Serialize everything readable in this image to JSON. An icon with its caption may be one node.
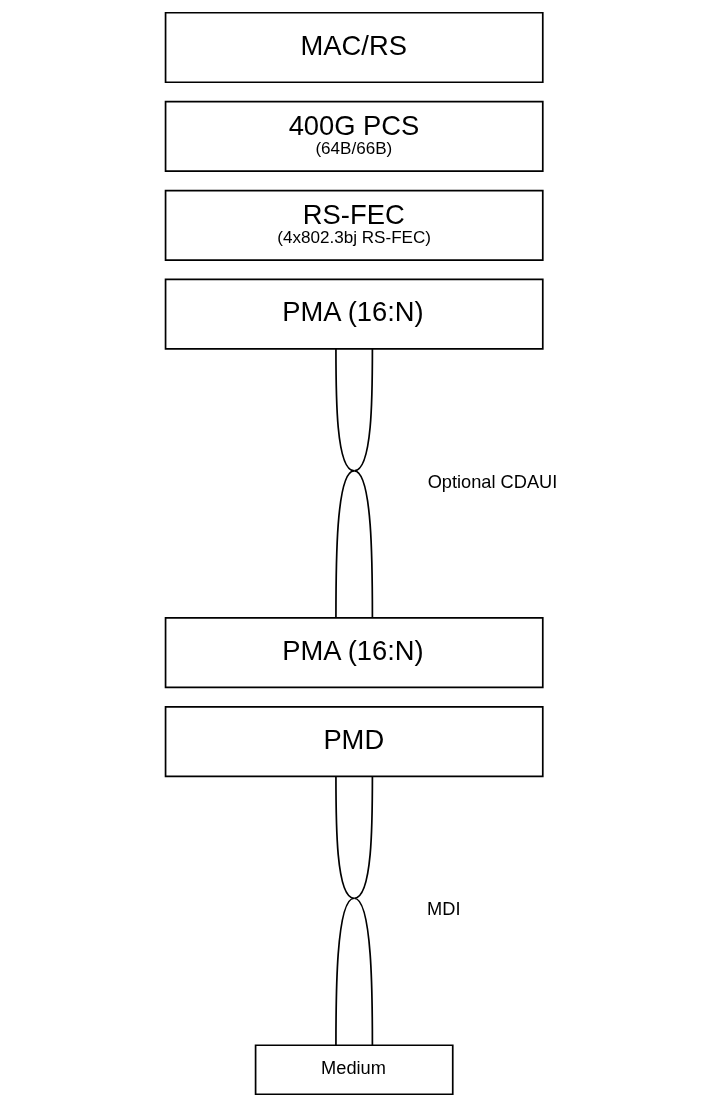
{
  "diagram": {
    "nodes": [
      {
        "text": [
          "MAC/RS"
        ]
      },
      {
        "text": [
          "400G PCS",
          "(64B/66B)"
        ]
      },
      {
        "text": [
          "RS-FEC",
          "(4x802.3bj RS-FEC)"
        ]
      },
      {
        "text": [
          "PMA (16:N)"
        ]
      },
      {
        "text": [
          "PMA (16:N)"
        ]
      },
      {
        "text": [
          "PMD"
        ]
      },
      {
        "text": [
          "Medium"
        ]
      }
    ],
    "edges": [
      {
        "from": 3,
        "to": 4,
        "arrow": "none",
        "label": "Optional CDAUI"
      },
      {
        "from": 5,
        "to": 6,
        "arrow": "none",
        "label": "MDI"
      }
    ]
  }
}
